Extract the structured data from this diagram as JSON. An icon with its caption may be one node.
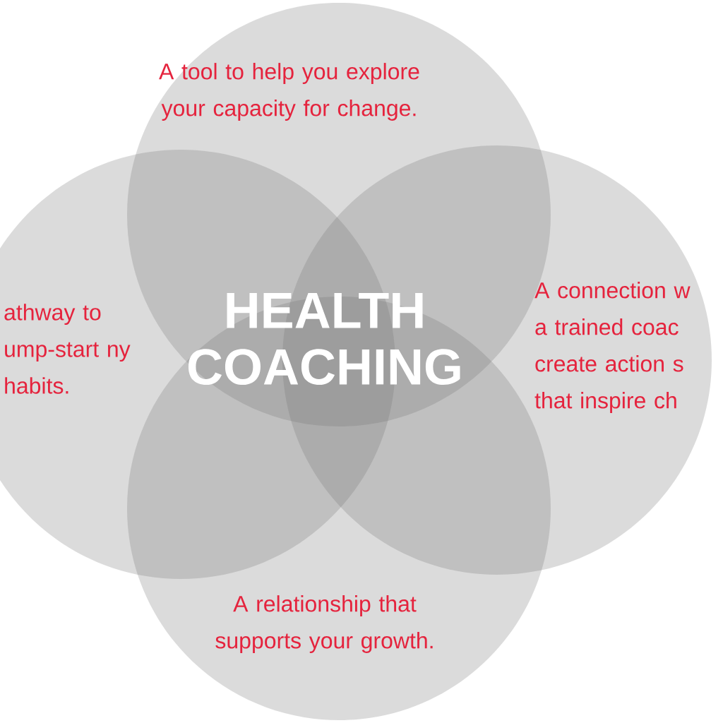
{
  "diagram": {
    "nodes": [
      {
        "text": [
          "A tool to help you explore your capacity for change."
        ]
      },
      {
        "text": [
          "athway to ump-start ny habits."
        ]
      },
      {
        "text": [
          "A connection w a trained coac create action s that inspire ch"
        ]
      },
      {
        "text": [
          "A relationship that supports your growth."
        ]
      }
    ],
    "labels": [
      "HEALTH COACHING"
    ]
  }
}
